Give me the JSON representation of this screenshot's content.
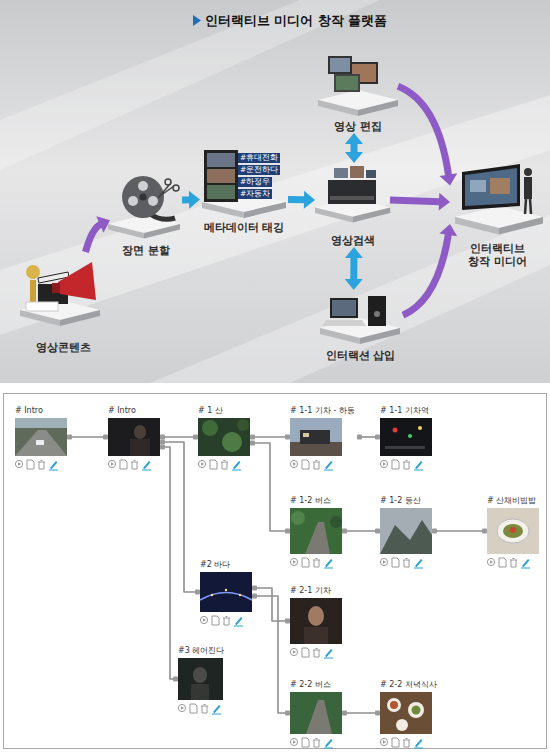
{
  "diagram": {
    "title": "인터랙티브 미디어 창작 플랫폼",
    "nodes": [
      {
        "text": [
          "영상콘텐츠"
        ]
      },
      {
        "text": [
          "장면 분할"
        ]
      },
      {
        "text": [
          "메타데이터 태깅"
        ]
      },
      {
        "text": [
          "영상검색"
        ]
      },
      {
        "text": [
          "영상 편집"
        ]
      },
      {
        "text": [
          "인터랙션 삽입"
        ]
      },
      {
        "text": [
          "인터랙티브 창작 미디어"
        ]
      },
      {
        "text": [
          "# Intro"
        ]
      },
      {
        "text": [
          "# Intro"
        ]
      },
      {
        "text": [
          "# 1 산"
        ]
      },
      {
        "text": [
          "# 1-1 기차 - 하동"
        ]
      },
      {
        "text": [
          "# 1-1 기차역"
        ]
      },
      {
        "text": [
          "# 1-2 버스"
        ]
      },
      {
        "text": [
          "# 1-2 등산"
        ]
      },
      {
        "text": [
          "# 산채비빔밥"
        ]
      },
      {
        "text": [
          "#2 바다"
        ]
      },
      {
        "text": [
          "# 2-1 기차"
        ]
      },
      {
        "text": [
          "#3 헤어진다"
        ]
      },
      {
        "text": [
          "# 2-2 버스"
        ]
      },
      {
        "text": [
          "# 2-2 저녁식사"
        ]
      }
    ],
    "edges": [
      {
        "from": 0,
        "to": 1,
        "arrow": "to"
      },
      {
        "from": 1,
        "to": 2,
        "arrow": "to"
      },
      {
        "from": 2,
        "to": 3,
        "arrow": "to"
      },
      {
        "from": 3,
        "to": 4,
        "arrow": "both"
      },
      {
        "from": 3,
        "to": 5,
        "arrow": "both"
      },
      {
        "from": 4,
        "to": 6,
        "arrow": "to"
      },
      {
        "from": 3,
        "to": 6,
        "arrow": "to"
      },
      {
        "from": 5,
        "to": 6,
        "arrow": "to"
      },
      {
        "from": 7,
        "to": 8,
        "arrow": "none"
      },
      {
        "from": 8,
        "to": 9,
        "arrow": "none"
      },
      {
        "from": 8,
        "to": 15,
        "arrow": "none"
      },
      {
        "from": 8,
        "to": 17,
        "arrow": "none"
      },
      {
        "from": 9,
        "to": 10,
        "arrow": "none"
      },
      {
        "from": 9,
        "to": 12,
        "arrow": "none"
      },
      {
        "from": 10,
        "to": 11,
        "arrow": "none"
      },
      {
        "from": 12,
        "to": 13,
        "arrow": "none"
      },
      {
        "from": 13,
        "to": 14,
        "arrow": "none"
      },
      {
        "from": 15,
        "to": 16,
        "arrow": "none"
      },
      {
        "from": 15,
        "to": 18,
        "arrow": "none"
      },
      {
        "from": 18,
        "to": 19,
        "arrow": "none"
      }
    ],
    "labels": [
      "#휴대전화",
      "#운전하다",
      "#하정우",
      "#자동차"
    ]
  }
}
